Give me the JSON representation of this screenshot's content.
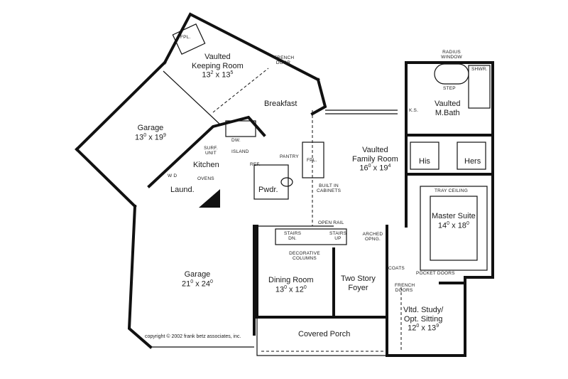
{
  "rooms": {
    "keeping": {
      "name1": "Vaulted",
      "name2": "Keeping Room",
      "dim_a": "13",
      "sup_a": "2",
      "dim_b": "13",
      "sup_b": "5"
    },
    "breakfast": {
      "name": "Breakfast"
    },
    "garage_small": {
      "name": "Garage",
      "dim_a": "13",
      "sup_a": "0",
      "dim_b": "19",
      "sup_b": "9"
    },
    "kitchen": {
      "name": "Kitchen"
    },
    "laundry": {
      "name": "Laund."
    },
    "powder": {
      "name": "Pwdr."
    },
    "family": {
      "name1": "Vaulted",
      "name2": "Family Room",
      "dim_a": "16",
      "sup_a": "0",
      "dim_b": "19",
      "sup_b": "4"
    },
    "master_bath": {
      "name1": "Vaulted",
      "name2": "M.Bath"
    },
    "his": {
      "name": "His"
    },
    "hers": {
      "name": "Hers"
    },
    "master_suite": {
      "name": "Master Suite",
      "dim_a": "14",
      "sup_a": "0",
      "dim_b": "18",
      "sup_b": "0"
    },
    "garage_large": {
      "name": "Garage",
      "dim_a": "21",
      "sup_a": "0",
      "dim_b": "24",
      "sup_b": "0"
    },
    "dining": {
      "name": "Dining Room",
      "dim_a": "13",
      "sup_a": "0",
      "dim_b": "12",
      "sup_b": "0"
    },
    "foyer": {
      "name1": "Two Story",
      "name2": "Foyer"
    },
    "study": {
      "name1": "Vltd. Study/",
      "name2": "Opt. Sitting",
      "dim_a": "12",
      "sup_a": "0",
      "dim_b": "13",
      "sup_b": "9"
    },
    "porch": {
      "name": "Covered Porch"
    }
  },
  "notes": {
    "fpl_keeping": "FPL.",
    "french_door": "FRENCH DOOR",
    "radius_window": "RADIUS WINDOW",
    "shwr": "SHWR.",
    "step": "STEP",
    "ks": "K.S.",
    "dw": "DW.",
    "surf_unit": "SURF. UNIT",
    "island": "ISLAND",
    "pantry": "PANTRY",
    "fpl_family": "FPL.",
    "ref": "REF.",
    "ovens": "OVENS",
    "wd": "W D",
    "built_in": "BUILT IN CABINETS",
    "tray_ceiling": "TRAY CEILING",
    "open_rail": "OPEN RAIL",
    "stairs_dn": "STAIRS DN.",
    "stairs_up": "STAIRS UP",
    "arched": "ARCHED OPNG.",
    "decorative": "DECORATIVE COLUMNS",
    "coats": "COATS",
    "pocket_doors": "POCKET DOORS",
    "french_doors": "FRENCH DOORS"
  },
  "copyright": "copyright © 2002 frank betz associates, inc."
}
